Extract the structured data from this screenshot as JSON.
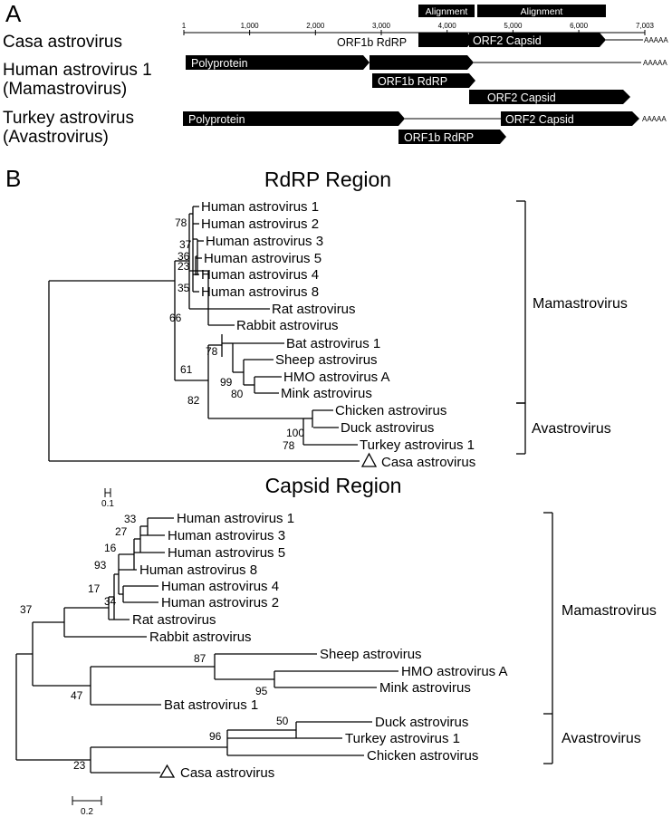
{
  "panels": {
    "a": "A",
    "b": "B"
  },
  "genome": {
    "scale_ticks": [
      {
        "pos": 1,
        "label": "1"
      },
      {
        "pos": 1000,
        "label": "1,000"
      },
      {
        "pos": 2000,
        "label": "2,000"
      },
      {
        "pos": 3000,
        "label": "3,000"
      },
      {
        "pos": 4000,
        "label": "4,000"
      },
      {
        "pos": 5000,
        "label": "5,000"
      },
      {
        "pos": 6000,
        "label": "6,000"
      },
      {
        "pos": 7003,
        "label": "7,003"
      }
    ],
    "alignment_label": "Alignment",
    "polya": "AAAAA",
    "casa_name": "Casa astrovirus",
    "human_name1": "Human astrovirus 1",
    "human_name2": "(Mamastrovirus)",
    "turkey_name1": "Turkey astrovirus",
    "turkey_name2": "(Avastrovirus)",
    "casa_orf1b": "ORF1b RdRP",
    "casa_orf2": "ORF2 Capsid",
    "polyprotein": "Polyprotein",
    "orf1b": "ORF1b RdRP",
    "orf2": "ORF2 Capsid"
  },
  "rdrp": {
    "title": "RdRP Region",
    "taxa": [
      "Human astrovirus 1",
      "Human astrovirus 2",
      "Human astrovirus 3",
      "Human astrovirus 5",
      "Human astrovirus 4",
      "Human astrovirus 8",
      "Rat astrovirus",
      "Rabbit astrovirus",
      "Bat astrovirus 1",
      "Sheep astrovirus",
      "HMO astrovirus A",
      "Mink astrovirus",
      "Chicken astrovirus",
      "Duck astrovirus",
      "Turkey astrovirus 1",
      "Casa astrovirus"
    ],
    "bootstraps": [
      "78",
      "37",
      "36",
      "23",
      "35",
      "66",
      "61",
      "78",
      "99",
      "80",
      "82",
      "100",
      "78"
    ],
    "groups": [
      "Mamastrovirus",
      "Avastrovirus"
    ],
    "scale_label": "0.1"
  },
  "capsid": {
    "title": "Capsid Region",
    "taxa": [
      "Human astrovirus 1",
      "Human astrovirus 3",
      "Human astrovirus 5",
      "Human astrovirus 8",
      "Human astrovirus 4",
      "Human astrovirus 2",
      "Rat astrovirus",
      "Rabbit astrovirus",
      "Sheep astrovirus",
      "HMO astrovirus A",
      "Mink astrovirus",
      "Bat astrovirus 1",
      "Duck astrovirus",
      "Turkey astrovirus 1",
      "Chicken astrovirus",
      "Casa astrovirus"
    ],
    "bootstraps": [
      "33",
      "27",
      "16",
      "93",
      "17",
      "34",
      "37",
      "87",
      "95",
      "47",
      "50",
      "96",
      "23"
    ],
    "groups": [
      "Mamastrovirus",
      "Avastrovirus"
    ],
    "scale_label": "0.2"
  }
}
